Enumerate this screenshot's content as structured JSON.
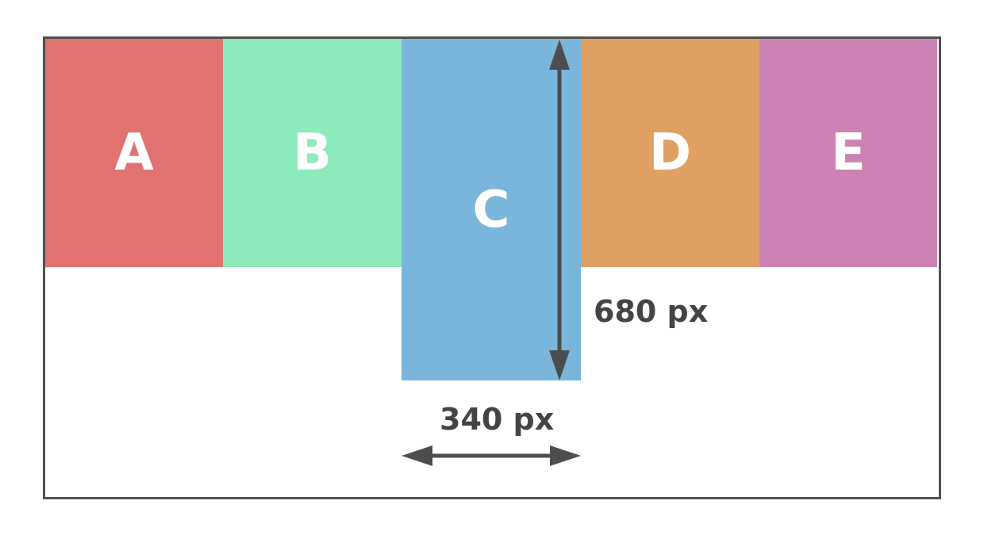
{
  "diagram": {
    "boxes": [
      {
        "label": "A",
        "color": "#e07270"
      },
      {
        "label": "B",
        "color": "#8debbd"
      },
      {
        "label": "C",
        "color": "#7ab6dc"
      },
      {
        "label": "D",
        "color": "#e0a062"
      },
      {
        "label": "E",
        "color": "#cc82b2"
      }
    ],
    "dimensions": {
      "height_label": "680 px",
      "width_label": "340 px"
    },
    "border_color": "#505050",
    "arrow_color": "#4d4d4d"
  }
}
